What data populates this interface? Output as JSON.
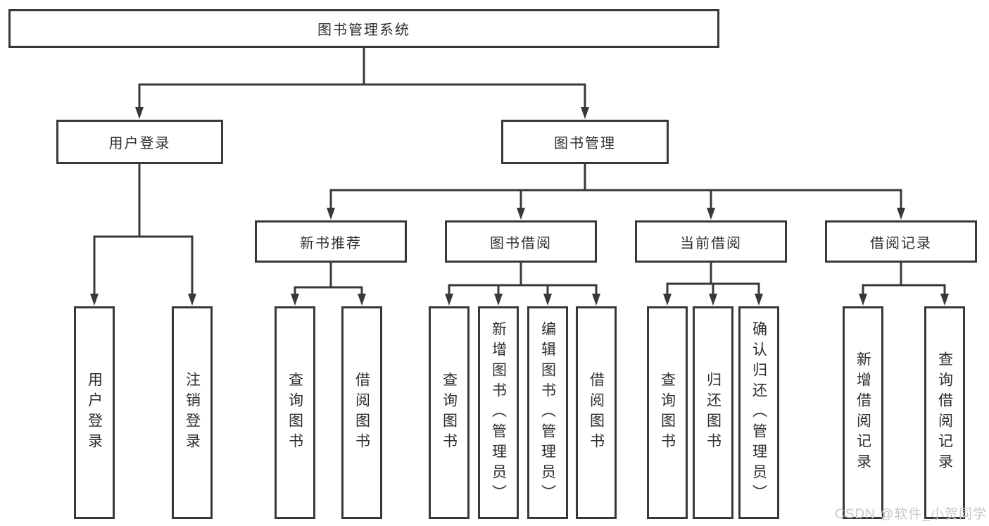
{
  "colors": {
    "line": "#383838",
    "text": "#2e2e2e",
    "background": "#ffffff",
    "watermark": "#c9c9c9"
  },
  "nodes": {
    "root": {
      "label": "图书管理系统"
    },
    "level2": [
      {
        "label": "用户登录",
        "parent": "图书管理系统"
      },
      {
        "label": "图书管理",
        "parent": "图书管理系统"
      }
    ],
    "level3": [
      {
        "label": "新书推荐",
        "parent": "图书管理"
      },
      {
        "label": "图书借阅",
        "parent": "图书管理"
      },
      {
        "label": "当前借阅",
        "parent": "图书管理"
      },
      {
        "label": "借阅记录",
        "parent": "图书管理"
      }
    ],
    "leaves": [
      {
        "label": "用户登录",
        "parent": "用户登录"
      },
      {
        "label": "注销登录",
        "parent": "用户登录"
      },
      {
        "label": "查询图书",
        "parent": "新书推荐"
      },
      {
        "label": "借阅图书",
        "parent": "新书推荐"
      },
      {
        "label": "查询图书",
        "parent": "图书借阅"
      },
      {
        "label": "新增图书（管理员）",
        "parent": "图书借阅"
      },
      {
        "label": "编辑图书（管理员）",
        "parent": "图书借阅"
      },
      {
        "label": "借阅图书",
        "parent": "图书借阅"
      },
      {
        "label": "查询图书",
        "parent": "当前借阅"
      },
      {
        "label": "归还图书",
        "parent": "当前借阅"
      },
      {
        "label": "确认归还（管理员）",
        "parent": "当前借阅"
      },
      {
        "label": "新增借阅记录",
        "parent": "借阅记录"
      },
      {
        "label": "查询借阅记录",
        "parent": "借阅记录"
      }
    ]
  },
  "watermark": {
    "text": "CSDN @软件_小贺同学"
  }
}
